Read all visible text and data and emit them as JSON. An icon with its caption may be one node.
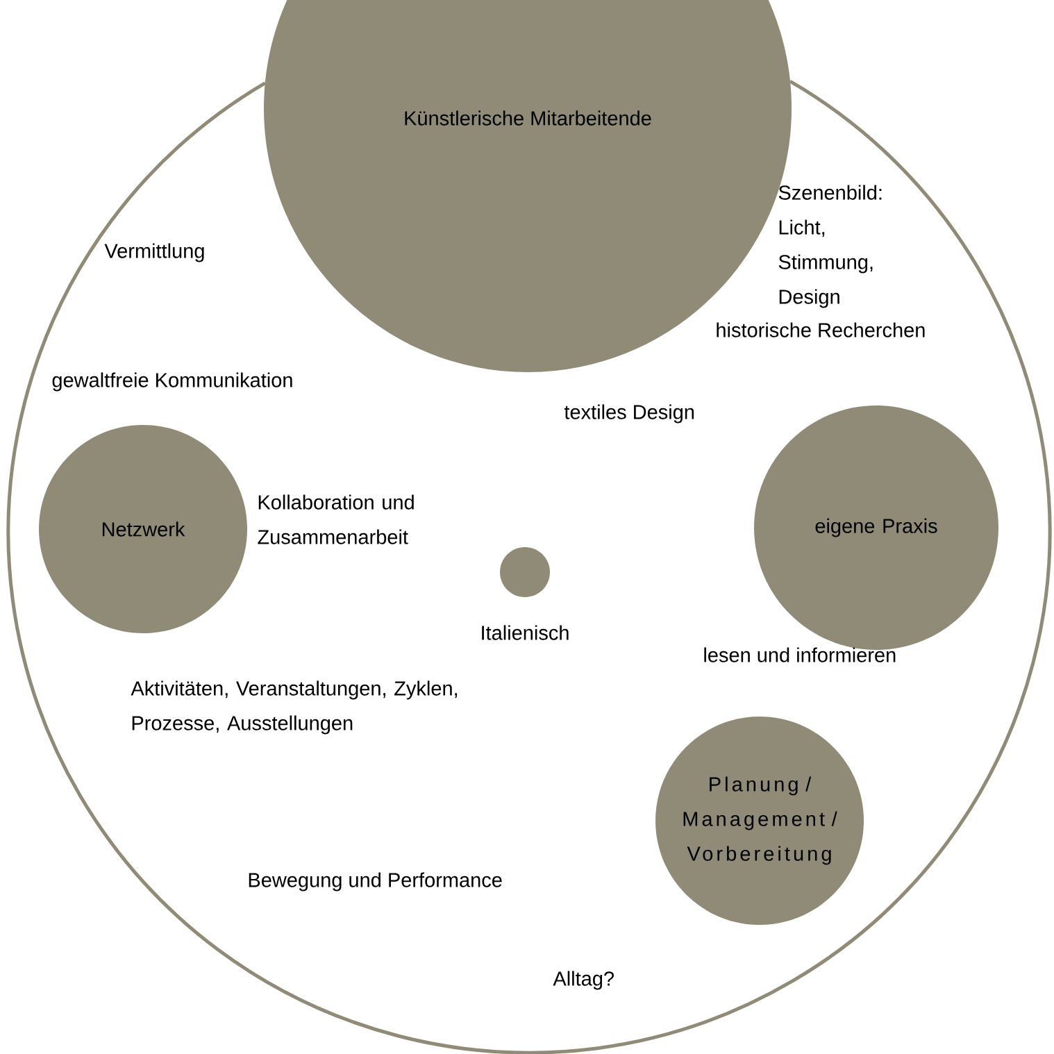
{
  "diagram": {
    "nodes": [
      {
        "text": [],
        "shape": "circle"
      },
      {
        "text": [
          "Künstlerische Mitarbeitende"
        ]
      },
      {
        "text": [
          "Netzwerk"
        ],
        "in": 0
      },
      {
        "text": [
          "eigene Praxis"
        ],
        "in": 0
      },
      {
        "text": [],
        "shape": "circle",
        "in": 0,
        "beside": [
          "Italienisch"
        ]
      },
      {
        "text": [
          "Planung / Management / Vorbereitung"
        ],
        "in": 0
      }
    ],
    "labels": [
      "Szenenbild: Licht, Stimmung, Design",
      "Vermittlung",
      "historische Recherchen",
      "gewaltfreie Kommunikation",
      "textiles Design",
      "Kollaboration und Zusammenarbeit",
      "lesen und informieren",
      "Aktivitäten, Veranstaltungen, Zyklen, Prozesse, Ausstellungen",
      "Bewegung und Performance",
      "Alltag?"
    ]
  }
}
